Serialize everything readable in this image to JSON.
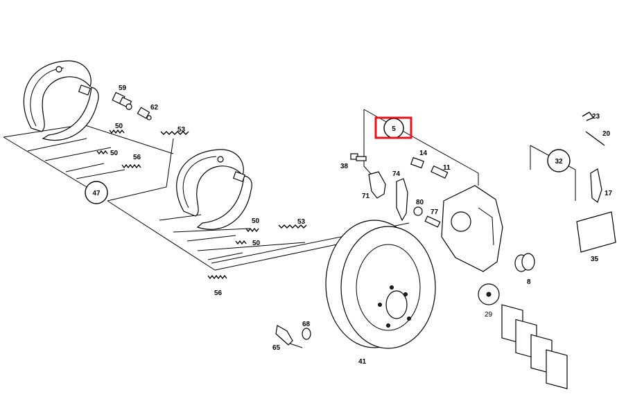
{
  "highlight_color": "#e8101a",
  "highlighted_part": "5",
  "part_labels": {
    "p59": "59",
    "p62": "62",
    "p53a": "53",
    "p50a": "50",
    "p50b": "50",
    "p56a": "56",
    "p47": "47",
    "p50c": "50",
    "p53b": "53",
    "p50d": "50",
    "p56b": "56",
    "p38": "38",
    "p71": "71",
    "p74": "74",
    "p5": "5",
    "p14": "14",
    "p11": "11",
    "p80": "80",
    "p77": "77",
    "p32": "32",
    "p23": "23",
    "p20": "20",
    "p17": "17",
    "p35": "35",
    "p8": "8",
    "p29": "29",
    "p41": "41",
    "p68": "68",
    "p65": "65"
  }
}
